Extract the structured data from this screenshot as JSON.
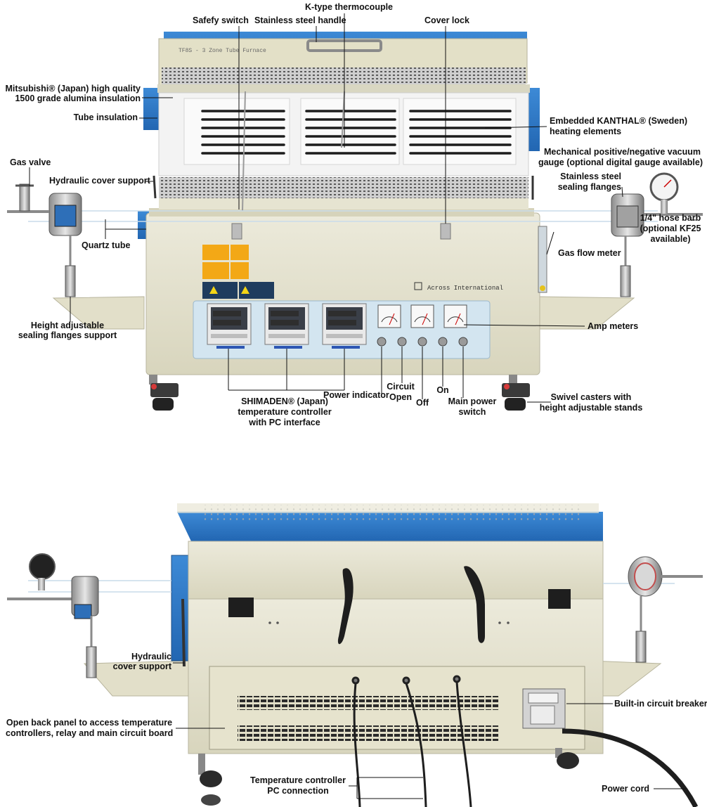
{
  "front_view": {
    "labels": {
      "k_type_thermocouple": "K-type thermocouple",
      "safety_switch": "Safefy switch",
      "stainless_steel_handle": "Stainless steel handle",
      "cover_lock": "Cover lock",
      "alumina_insulation_1": "Mitsubishi® (Japan) high quality",
      "alumina_insulation_2": "1500 grade alumina insulation",
      "tube_insulation": "Tube insulation",
      "heating_elements_1": "Embedded KANTHAL® (Sweden)",
      "heating_elements_2": "heating elements",
      "vacuum_gauge_1": "Mechanical positive/negative vacuum",
      "vacuum_gauge_2": "gauge (optional digital gauge available)",
      "gas_valve": "Gas valve",
      "hydraulic_cover_support": "Hydraulic cover support",
      "sealing_flanges_1": "Stainless steel",
      "sealing_flanges_2": "sealing flanges",
      "quartz_tube": "Quartz tube",
      "hose_barb_1": "1/4\" hose barb",
      "hose_barb_2": "(optional KF25",
      "hose_barb_3": "available)",
      "gas_flow_meter": "Gas flow meter",
      "height_adjustable_1": "Height adjustable",
      "height_adjustable_2": "sealing flanges support",
      "amp_meters": "Amp meters",
      "shimaden_1": "SHIMADEN® (Japan)",
      "shimaden_2": "temperature controller",
      "shimaden_3": "with PC interface",
      "power_indicator": "Power indicator",
      "circuit_open_1": "Circuit",
      "circuit_open_2": "Open",
      "off": "Off",
      "on": "On",
      "main_power_1": "Main power",
      "main_power_2": "switch",
      "swivel_casters_1": "Swivel casters with",
      "swivel_casters_2": "height adjustable stands"
    },
    "brand_text": "Across International",
    "chamber_text": "TF8S - 3 Zone Tube Furnace"
  },
  "back_view": {
    "labels": {
      "hydraulic_1": "Hydraulic",
      "hydraulic_2": "cover support",
      "circuit_breaker": "Built-in circuit breaker",
      "back_panel_1": "Open back panel to access temperature",
      "back_panel_2": "controllers, relay and main circuit board",
      "pc_connection_1": "Temperature controller",
      "pc_connection_2": "PC connection",
      "power_cord": "Power cord"
    }
  },
  "colors": {
    "body": "#e4e1cb",
    "body_shade": "#c9c6ae",
    "blue_panel": "#2e78c7",
    "control_panel": "#d5e6f0",
    "insulation": "#f4f4f4"
  }
}
